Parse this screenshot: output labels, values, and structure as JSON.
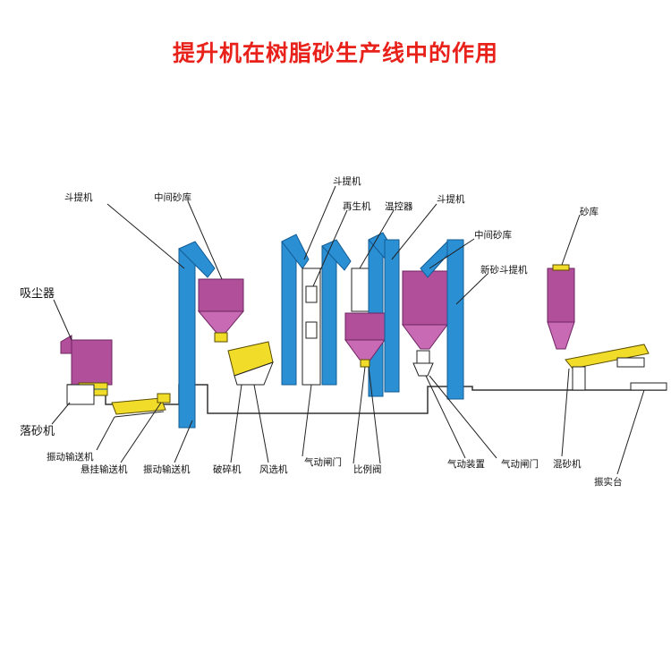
{
  "title": "提升机在树脂砂生产线中的作用",
  "colors": {
    "title": "#e8211a",
    "elevator": "#2b8fd4",
    "hopper": "#b24f9b",
    "machine": "#f2dc2a"
  },
  "labels": {
    "dust_collector": "吸尘器",
    "bucket_elevator_1": "斗提机",
    "intermediate_hopper_1": "中间砂库",
    "bucket_elevator_2": "斗提机",
    "regenerator": "再生机",
    "temp_controller": "温控器",
    "bucket_elevator_3": "斗提机",
    "intermediate_hopper_2": "中间砂库",
    "new_sand_elevator": "新砂斗提机",
    "sand_hopper": "砂库",
    "shakeout": "落砂机",
    "vibrating_conveyor_1": "振动输送机",
    "suspended_conveyor": "悬挂输送机",
    "vibrating_conveyor_2": "振动输送机",
    "crusher": "破碎机",
    "air_separator": "风选机",
    "pneumatic_gate_1": "气动闸门",
    "proportional_valve": "比例阀",
    "pneumatic_device": "气动装置",
    "pneumatic_gate_2": "气动闸门",
    "sand_mixer": "混砂机",
    "molding_table": "振实台"
  }
}
